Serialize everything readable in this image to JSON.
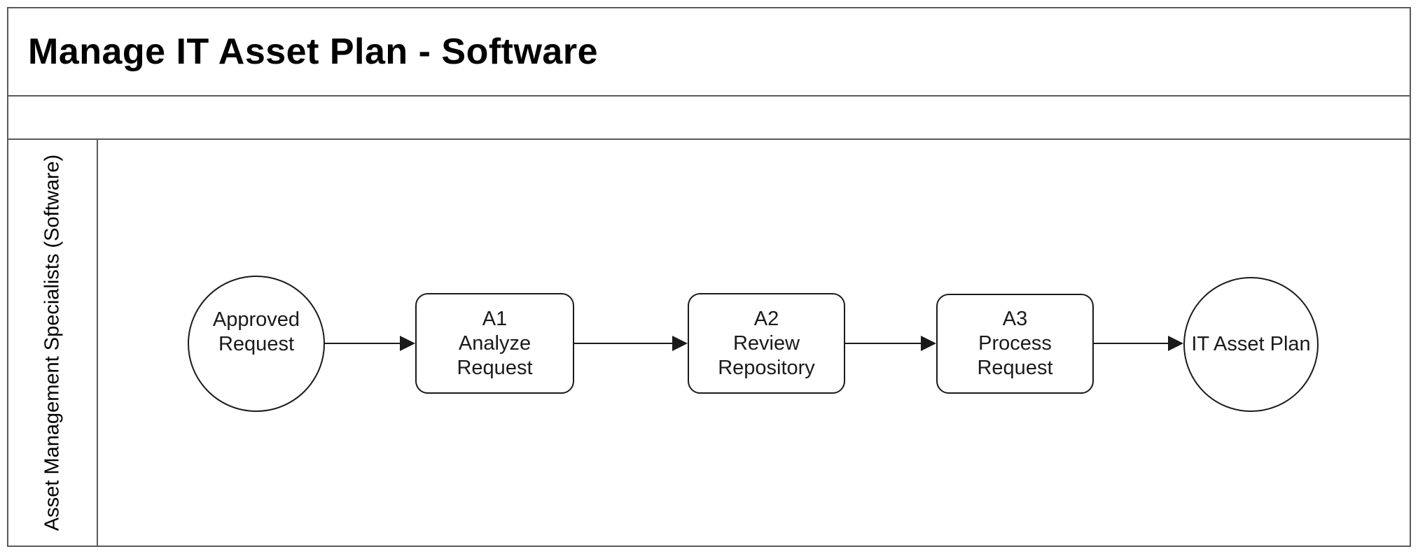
{
  "colors": {
    "frame_border": "#5a5a5a",
    "shape_border": "#1a1a1a",
    "text": "#000000",
    "background": "#ffffff"
  },
  "header": {
    "title": "Manage IT Asset Plan - Software"
  },
  "lane": {
    "label": "Asset Management Specialists (Software)"
  },
  "flow": {
    "nodes": [
      {
        "id": "start-event",
        "type": "circle",
        "label": "Approved\nRequest"
      },
      {
        "id": "task-a1",
        "type": "rounded-rectangle",
        "label": "A1\nAnalyze\nRequest"
      },
      {
        "id": "task-a2",
        "type": "rounded-rectangle",
        "label": "A2\nReview\nRepository"
      },
      {
        "id": "task-a3",
        "type": "rounded-rectangle",
        "label": "A3\nProcess\nRequest"
      },
      {
        "id": "end-event",
        "type": "circle",
        "label": "IT Asset Plan"
      }
    ],
    "connectors": [
      {
        "from": "start-event",
        "to": "task-a1",
        "style": "solid-arrow"
      },
      {
        "from": "task-a1",
        "to": "task-a2",
        "style": "solid-arrow"
      },
      {
        "from": "task-a2",
        "to": "task-a3",
        "style": "solid-arrow"
      },
      {
        "from": "task-a3",
        "to": "end-event",
        "style": "solid-arrow"
      }
    ]
  }
}
